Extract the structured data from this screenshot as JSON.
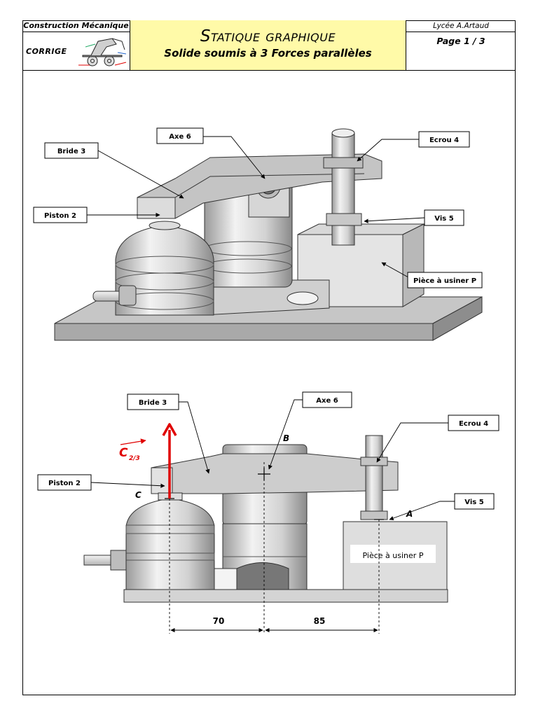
{
  "header": {
    "course": "Construction Mécanique",
    "version": "Corrige",
    "title": "Statique graphique",
    "subtitle": "Solide soumis à 3 Forces parallèles",
    "school": "Lycée A.Artaud",
    "page": "Page 1 / 3"
  },
  "figure1": {
    "labels": {
      "bride": "Bride 3",
      "axe": "Axe 6",
      "ecrou": "Ecrou 4",
      "piston": "Piston 2",
      "vis": "Vis 5",
      "piece": "Pièce à usiner P"
    }
  },
  "figure2": {
    "labels": {
      "bride": "Bride 3",
      "axe": "Axe 6",
      "ecrou": "Ecrou 4",
      "piston": "Piston 2",
      "vis": "Vis 5",
      "piece": "Pièce à usiner P"
    },
    "points": {
      "a": "A",
      "b": "B",
      "c": "C"
    },
    "force": {
      "symbol": "C",
      "subscript": "2/3",
      "color": "#e00000"
    },
    "dimensions": {
      "left": "70",
      "right": "85"
    }
  }
}
